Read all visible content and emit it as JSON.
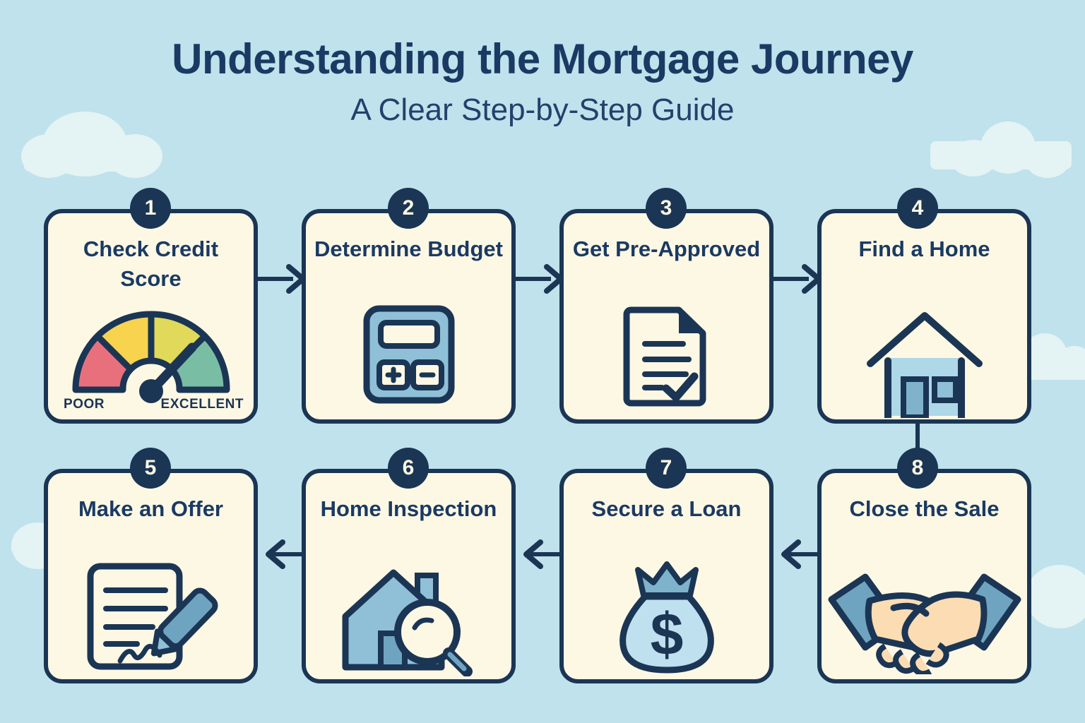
{
  "header": {
    "title": "Understanding the Mortgage Journey",
    "subtitle": "A Clear Step-by-Step Guide"
  },
  "colors": {
    "background": "#bfe2ec",
    "cloud": "#e4f3f3",
    "card_fill": "#fdf8e4",
    "ink": "#1b3554",
    "title": "#1b3a63",
    "icon_blue": "#8fc0d8",
    "icon_blue_dark": "#6fa4c0",
    "icon_blue_light": "#bfe0ee",
    "skin": "#fcdcb3",
    "gauge_poor": "#e8707d",
    "gauge_fair": "#f7d34e",
    "gauge_good": "#e0d95a",
    "gauge_excellent": "#79bda4"
  },
  "steps": [
    {
      "number": "1",
      "label": "Check Credit Score",
      "icon": "credit-score-gauge-icon",
      "gauge": {
        "poor_label": "POOR",
        "excellent_label": "EXCELLENT",
        "segments": [
          "poor",
          "fair",
          "good",
          "excellent"
        ]
      }
    },
    {
      "number": "2",
      "label": "Determine Budget",
      "icon": "calculator-icon",
      "keys": [
        "+",
        "−"
      ]
    },
    {
      "number": "3",
      "label": "Get Pre-Approved",
      "icon": "document-check-icon"
    },
    {
      "number": "4",
      "label": "Find a Home",
      "icon": "house-icon"
    },
    {
      "number": "5",
      "label": "Make an Offer",
      "icon": "contract-signature-icon"
    },
    {
      "number": "6",
      "label": "Home Inspection",
      "icon": "house-magnifier-icon"
    },
    {
      "number": "7",
      "label": "Secure a Loan",
      "icon": "money-bag-icon",
      "currency": "$"
    },
    {
      "number": "8",
      "label": "Close the Sale",
      "icon": "handshake-icon"
    }
  ],
  "connectors": [
    {
      "name": "arrow-1-to-2",
      "direction": "right"
    },
    {
      "name": "arrow-2-to-3",
      "direction": "right"
    },
    {
      "name": "arrow-3-to-4",
      "direction": "right"
    },
    {
      "name": "connector-4-to-8",
      "direction": "down"
    },
    {
      "name": "arrow-8-to-7",
      "direction": "left"
    },
    {
      "name": "arrow-7-to-6",
      "direction": "left"
    },
    {
      "name": "arrow-6-to-5",
      "direction": "left"
    }
  ]
}
